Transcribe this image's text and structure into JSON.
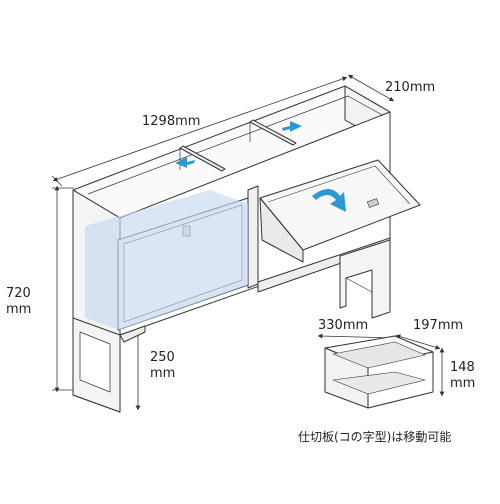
{
  "dimensions": {
    "width": "1298mm",
    "depth": "210mm",
    "height_value": "720",
    "height_unit": "mm",
    "leg_value": "250",
    "leg_unit": "mm"
  },
  "divider": {
    "width": "330mm",
    "depth": "197mm",
    "height_value": "148",
    "height_unit": "mm",
    "note": "仕切板(コの字型)は移動可能"
  },
  "colors": {
    "line": "#333333",
    "arrow": "#2a9ad6",
    "glass": "#c6d8ef",
    "panel": "#f4f4f4"
  }
}
